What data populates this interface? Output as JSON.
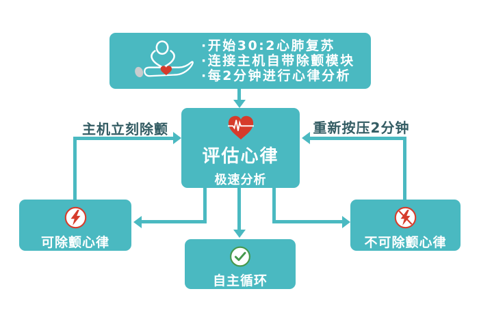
{
  "colors": {
    "box_teal": "#4ab9c1",
    "edge_label_text": "#335c63",
    "heart_red": "#d63b2b",
    "check_green": "#45984b",
    "text_white": "#ffffff",
    "patient_head_gray": "#c9ccce"
  },
  "top_box": {
    "lines": [
      "·开始30:2心肺复苏",
      "·连接主机自带除颤模块",
      "·每2分钟进行心律分析"
    ]
  },
  "center_box": {
    "title": "评估心律",
    "subtitle": "极速分析"
  },
  "edge_labels": {
    "left": "主机立刻除颤",
    "right": "重新按压2分钟"
  },
  "outcomes": {
    "shockable": {
      "label": "可除颤心律"
    },
    "non_shockable": {
      "label": "不可除颤心律"
    },
    "rosc": {
      "label": "自主循环"
    }
  }
}
